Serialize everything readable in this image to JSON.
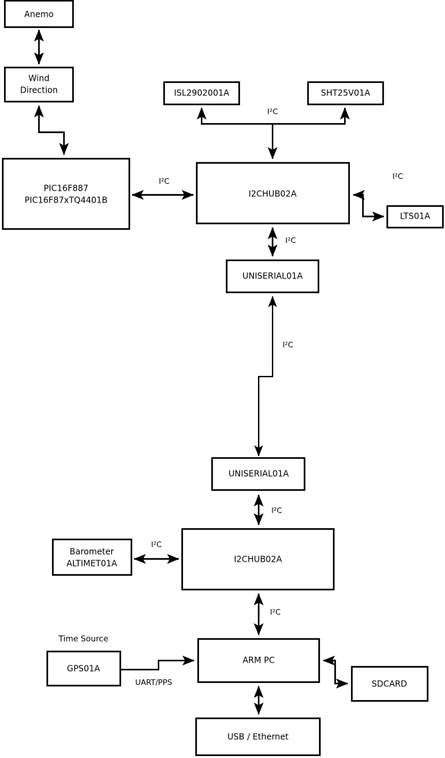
{
  "diagram": {
    "type": "block-diagram",
    "title": "",
    "background_color": "#ffffff",
    "line_color": "#000000",
    "nodes": [
      {
        "id": "anemo",
        "label": "Anemo",
        "label2": ""
      },
      {
        "id": "wind",
        "label": "Wind",
        "label2": "Direction"
      },
      {
        "id": "pic",
        "label": "PIC16F887",
        "label2": "PIC16F87xTQ4401B"
      },
      {
        "id": "isl",
        "label": "ISL2902001A",
        "label2": ""
      },
      {
        "id": "sht",
        "label": "SHT25V01A",
        "label2": ""
      },
      {
        "id": "hub_top",
        "label": "I2CHUB02A",
        "label2": ""
      },
      {
        "id": "lts",
        "label": "LTS01A",
        "label2": ""
      },
      {
        "id": "uniserial_top",
        "label": "UNISERIAL01A",
        "label2": ""
      },
      {
        "id": "uniserial_bot",
        "label": "UNISERIAL01A",
        "label2": ""
      },
      {
        "id": "barometer",
        "label": "Barometer",
        "label2": "ALTIMET01A"
      },
      {
        "id": "hub_bot",
        "label": "I2CHUB02A",
        "label2": ""
      },
      {
        "id": "gps",
        "label": "GPS01A",
        "label2": ""
      },
      {
        "id": "armpc",
        "label": "ARM PC",
        "label2": ""
      },
      {
        "id": "sdcard",
        "label": "SDCARD",
        "label2": ""
      },
      {
        "id": "usbeth",
        "label": "USB / Ethernet",
        "label2": ""
      }
    ],
    "edge_labels": {
      "pic_hub": "I²C",
      "sensor_bus": "I²C",
      "hub_lts": "I²C",
      "hub_uniserial": "I²C",
      "uniserial_link": "I²C",
      "uniserial_hub_bot": "I²C",
      "barometer_hub": "I²C",
      "hub_armpc": "I²C",
      "gps_armpc": "UART/PPS"
    },
    "free_labels": {
      "time_source": "Time Source"
    }
  }
}
